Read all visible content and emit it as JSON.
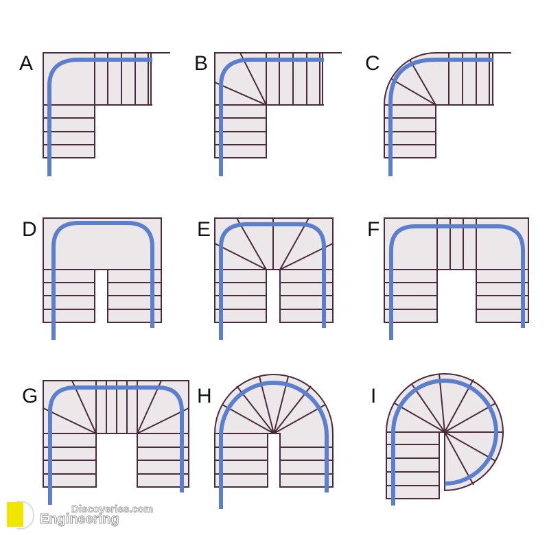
{
  "labels": [
    "A",
    "B",
    "C",
    "D",
    "E",
    "F",
    "G",
    "H",
    "I"
  ],
  "logo": {
    "line1": "Discoveries.com",
    "line2": "Engineering"
  },
  "colors": {
    "tread_fill": "#ece7e9",
    "outline": "#4a2b3b",
    "handrail": "#5b7fcc",
    "logo_yellow": "#f2e600"
  }
}
